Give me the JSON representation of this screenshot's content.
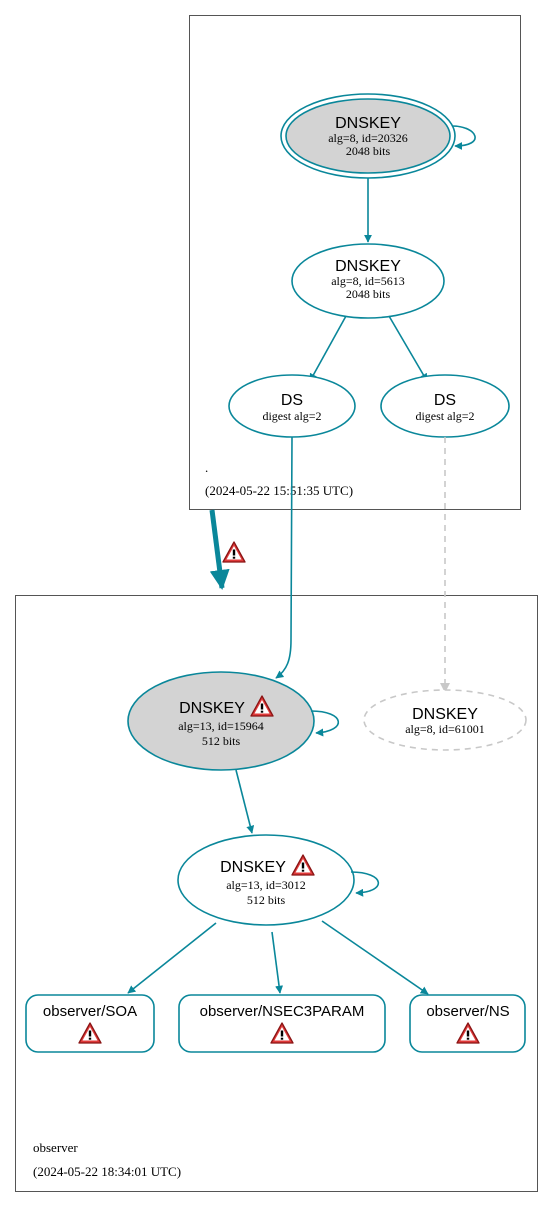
{
  "colors": {
    "edge": "#0a879a",
    "missing": "#c8c8c8",
    "sep_fill": "#d3d3d3",
    "warning_fill": "#e03a3a",
    "zone_border": "#555555"
  },
  "root_zone": {
    "name": ".",
    "timestamp": "(2024-05-22 15:51:35 UTC)",
    "ksk": {
      "title": "DNSKEY",
      "line1": "alg=8, id=20326",
      "line2": "2048 bits"
    },
    "zsk": {
      "title": "DNSKEY",
      "line1": "alg=8, id=5613",
      "line2": "2048 bits"
    },
    "ds1": {
      "title": "DS",
      "line1": "digest alg=2"
    },
    "ds2": {
      "title": "DS",
      "line1": "digest alg=2"
    }
  },
  "observer_zone": {
    "name": "observer",
    "timestamp": "(2024-05-22 18:34:01 UTC)",
    "ksk": {
      "title": "DNSKEY",
      "line1": "alg=13, id=15964",
      "line2": "512 bits",
      "warning": true
    },
    "zsk": {
      "title": "DNSKEY",
      "line1": "alg=13, id=3012",
      "line2": "512 bits",
      "warning": true
    },
    "missing_key": {
      "title": "DNSKEY",
      "line1": "alg=8, id=61001"
    },
    "rrsets": [
      {
        "label": "observer/SOA",
        "warning": true
      },
      {
        "label": "observer/NSEC3PARAM",
        "warning": true
      },
      {
        "label": "observer/NS",
        "warning": true
      }
    ]
  },
  "delegation": {
    "warning": true
  }
}
